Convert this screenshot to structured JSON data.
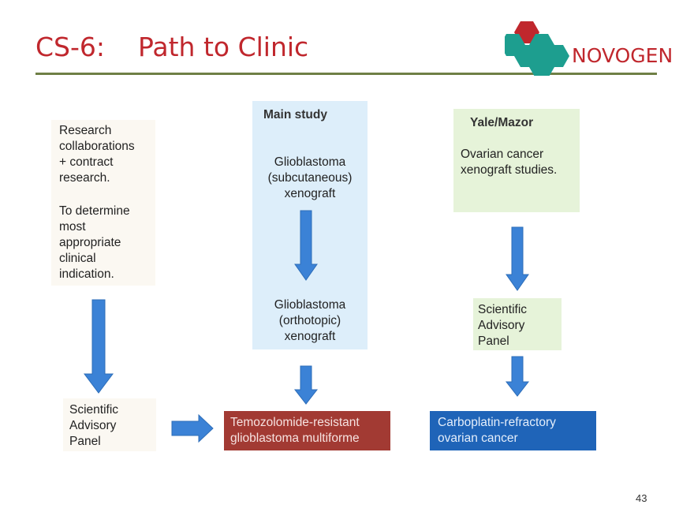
{
  "slide": {
    "title": "CS-6:    Path to Clinic",
    "logo_text": "NOVOGEN",
    "page_number": "43"
  },
  "left_column": {
    "text1_lines": [
      "Research",
      "collaborations",
      "+ contract",
      "research."
    ],
    "text2_lines": [
      "To determine",
      "most",
      "appropriate",
      "clinical",
      "indication."
    ],
    "panel_lines": [
      "Scientific",
      "Advisory",
      "Panel"
    ]
  },
  "main_study": {
    "heading": "Main study",
    "step1_lines": [
      "Glioblastoma",
      "(subcutaneous)",
      "xenograft"
    ],
    "step2_lines": [
      "Glioblastoma",
      "(orthotopic)",
      "xenograft"
    ],
    "outcome_lines": [
      "Temozolomide-resistant",
      "glioblastoma multiforme"
    ]
  },
  "yale": {
    "heading": "Yale/Mazor",
    "step1_lines": [
      "Ovarian cancer",
      "xenograft studies."
    ],
    "panel_lines": [
      "Scientific",
      "Advisory",
      "Panel"
    ],
    "outcome_lines": [
      "Carboplatin-refractory",
      "ovarian cancer"
    ]
  },
  "colors": {
    "title_red": "#c0272d",
    "rule_olive": "#6f7f45",
    "arrow_blue": "#3b82d6",
    "outcome_red": "#a23a33",
    "outcome_blue": "#1f64b8",
    "main_box_blue": "#ddeefa",
    "yale_box_green": "#e6f3d9",
    "logo_red_hex": "#c0272d",
    "logo_teal_hex": "#1d9e8f"
  }
}
